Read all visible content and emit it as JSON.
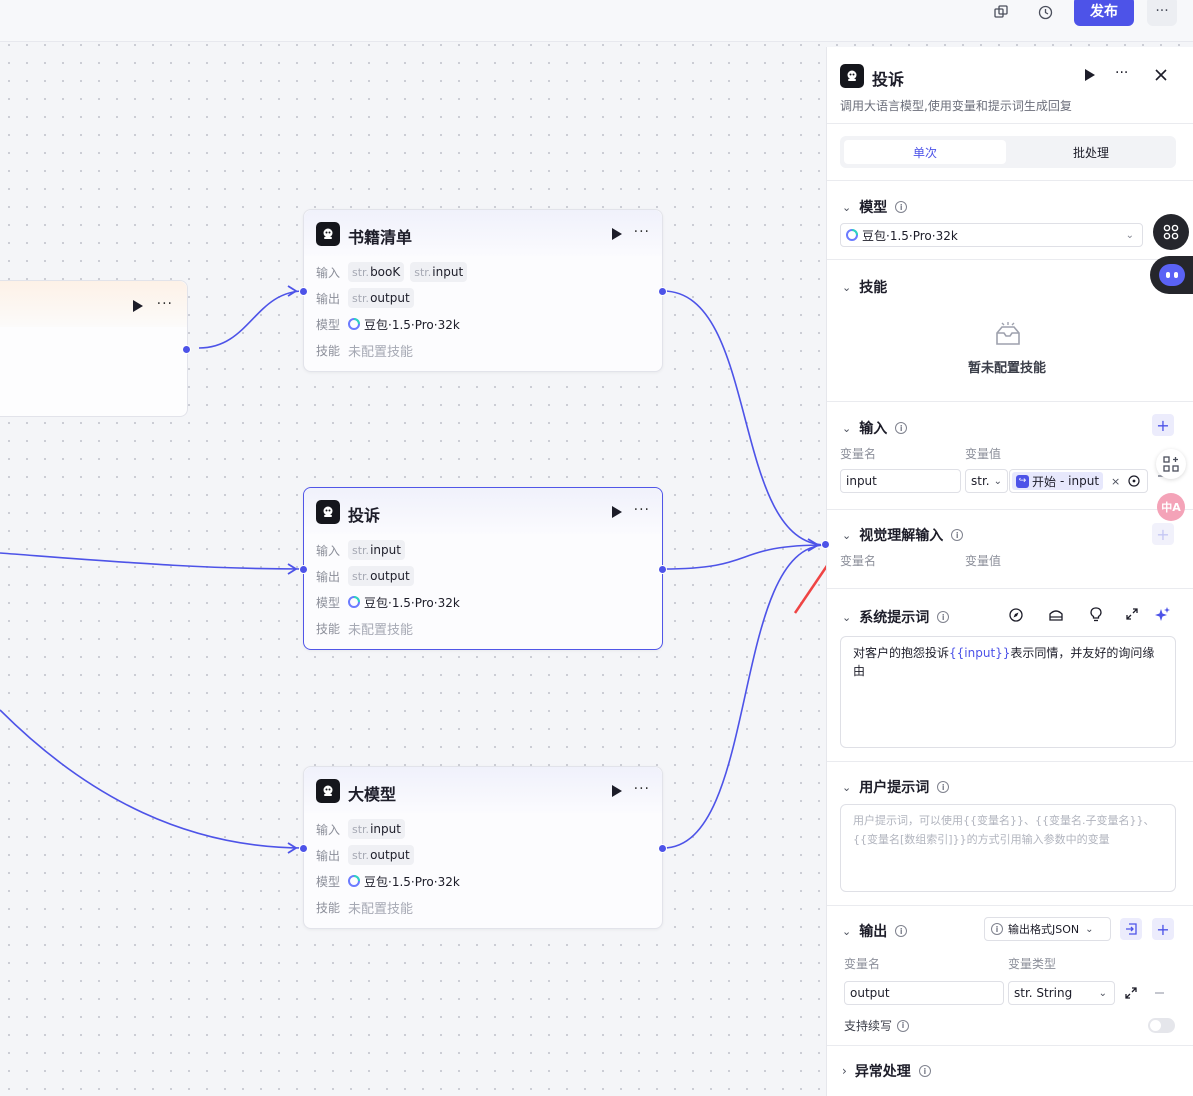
{
  "topbar": {
    "icons": [
      "copy-icon",
      "history-icon"
    ],
    "publish_label": "发布",
    "more_label": "···"
  },
  "nodes": {
    "book_list": {
      "title": "书籍清单",
      "input_label": "输入",
      "inputs": [
        {
          "type": "str.",
          "name": "booK"
        },
        {
          "type": "str.",
          "name": "input"
        }
      ],
      "output_label": "输出",
      "outputs": [
        {
          "type": "str.",
          "name": "output"
        }
      ],
      "model_label": "模型",
      "model": "豆包·1.5·Pro·32k",
      "skill_label": "技能",
      "skill": "未配置技能"
    },
    "complaint": {
      "title": "投诉",
      "input_label": "输入",
      "inputs": [
        {
          "type": "str.",
          "name": "input"
        }
      ],
      "output_label": "输出",
      "outputs": [
        {
          "type": "str.",
          "name": "output"
        }
      ],
      "model_label": "模型",
      "model": "豆包·1.5·Pro·32k",
      "skill_label": "技能",
      "skill": "未配置技能"
    },
    "llm": {
      "title": "大模型",
      "input_label": "输入",
      "inputs": [
        {
          "type": "str.",
          "name": "input"
        }
      ],
      "output_label": "输出",
      "outputs": [
        {
          "type": "str.",
          "name": "output"
        }
      ],
      "model_label": "模型",
      "model": "豆包·1.5·Pro·32k",
      "skill_label": "技能",
      "skill": "未配置技能"
    }
  },
  "panel": {
    "title": "投诉",
    "description": "调用大语言模型,使用变量和提示词生成回复",
    "tabs": [
      "单次",
      "批处理"
    ],
    "active_tab": "单次",
    "model_section": {
      "title": "模型",
      "value": "豆包·1.5·Pro·32k"
    },
    "skill_section": {
      "title": "技能",
      "empty": "暂未配置技能"
    },
    "input_section": {
      "title": "输入",
      "col_name": "变量名",
      "col_value": "变量值",
      "var_name": "input",
      "var_type": "str.",
      "ref_node": "开始",
      "ref_var": "- input"
    },
    "vision_section": {
      "title": "视觉理解输入",
      "col_name": "变量名",
      "col_value": "变量值"
    },
    "system_prompt": {
      "title": "系统提示词",
      "text_before": "对客户的抱怨投诉",
      "variable": "{{input}}",
      "text_after": "表示同情，并友好的询问缘由"
    },
    "user_prompt": {
      "title": "用户提示词",
      "placeholder": "用户提示词，可以使用{{变量名}}、{{变量名.子变量名}}、{{变量名[数组索引]}}的方式引用输入参数中的变量"
    },
    "output_section": {
      "title": "输出",
      "format": "输出格式JSON",
      "col_name": "变量名",
      "col_type": "变量类型",
      "var_name": "output",
      "var_type": "str. String",
      "stream_label": "支持续写",
      "stream_enabled": false
    },
    "exception_section": {
      "title": "异常处理"
    }
  },
  "colors": {
    "accent": "#4d53e8",
    "annotation_arrow": "#ef4444",
    "variable": "#4d53e8"
  }
}
